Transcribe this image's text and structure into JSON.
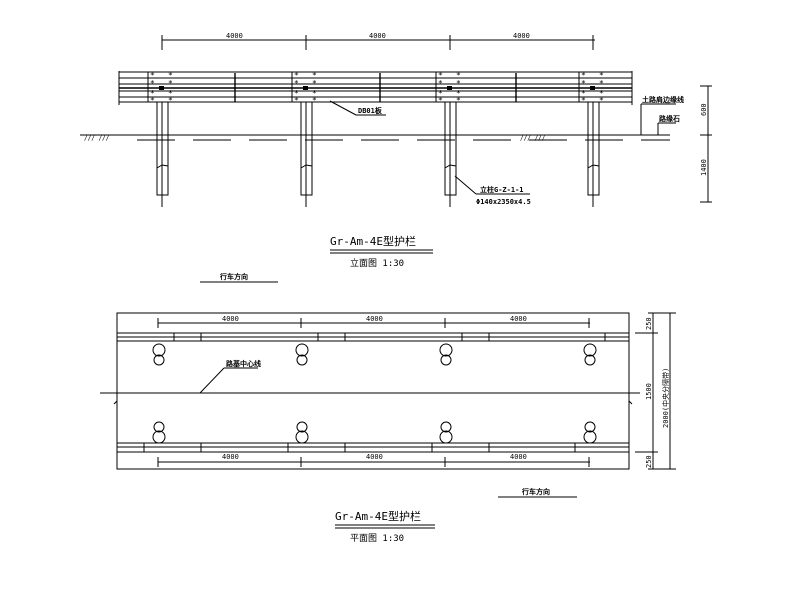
{
  "elevation_view": {
    "dimensions": {
      "span_1": "4000",
      "span_2": "4000",
      "span_3": "4000",
      "height_above": "600",
      "embed_depth": "1400"
    },
    "callouts": {
      "beam": "DB01板",
      "post_code": "立柱G-Z-1-1",
      "post_spec": "Φ140x2350x4.5",
      "road_edge": "土路肩边缘线",
      "curb": "路缘石"
    },
    "title": "Gr-Am-4E型护栏",
    "subtitle": "立面图 1:30"
  },
  "plan_view": {
    "dimensions": {
      "top_span_1": "4000",
      "top_span_2": "4000",
      "top_span_3": "4000",
      "bottom_span_1": "4000",
      "bottom_span_2": "4000",
      "bottom_span_3": "4000",
      "edge_top": "250",
      "median_width": "1500",
      "edge_bottom": "250",
      "total_width": "2000(中央分隔带)"
    },
    "callouts": {
      "direction_top": "行车方向",
      "centerline": "路基中心线",
      "direction_bottom": "行车方向"
    },
    "title": "Gr-Am-4E型护栏",
    "subtitle": "平面图 1:30"
  }
}
